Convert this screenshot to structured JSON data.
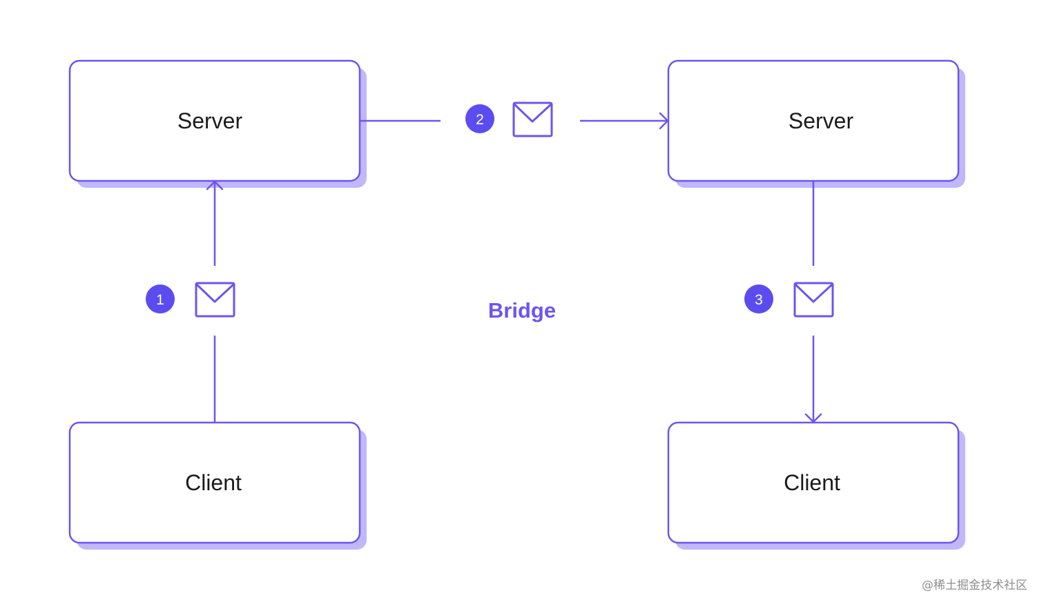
{
  "colors": {
    "accent": "#6b56ee",
    "shadow": "#c1b7fb",
    "step_badge": "#5b4cf0",
    "text": "#1b1b1b",
    "watermark": "#8d8d8d"
  },
  "nodes": {
    "left_server": {
      "label": "Server"
    },
    "right_server": {
      "label": "Server"
    },
    "left_client": {
      "label": "Client"
    },
    "right_client": {
      "label": "Client"
    }
  },
  "steps": [
    {
      "number": "1",
      "icon": "envelope-icon"
    },
    {
      "number": "2",
      "icon": "envelope-icon"
    },
    {
      "number": "3",
      "icon": "envelope-icon"
    }
  ],
  "bridge": {
    "label": "Bridge"
  },
  "watermark": {
    "text": "@稀土掘金技术社区"
  }
}
